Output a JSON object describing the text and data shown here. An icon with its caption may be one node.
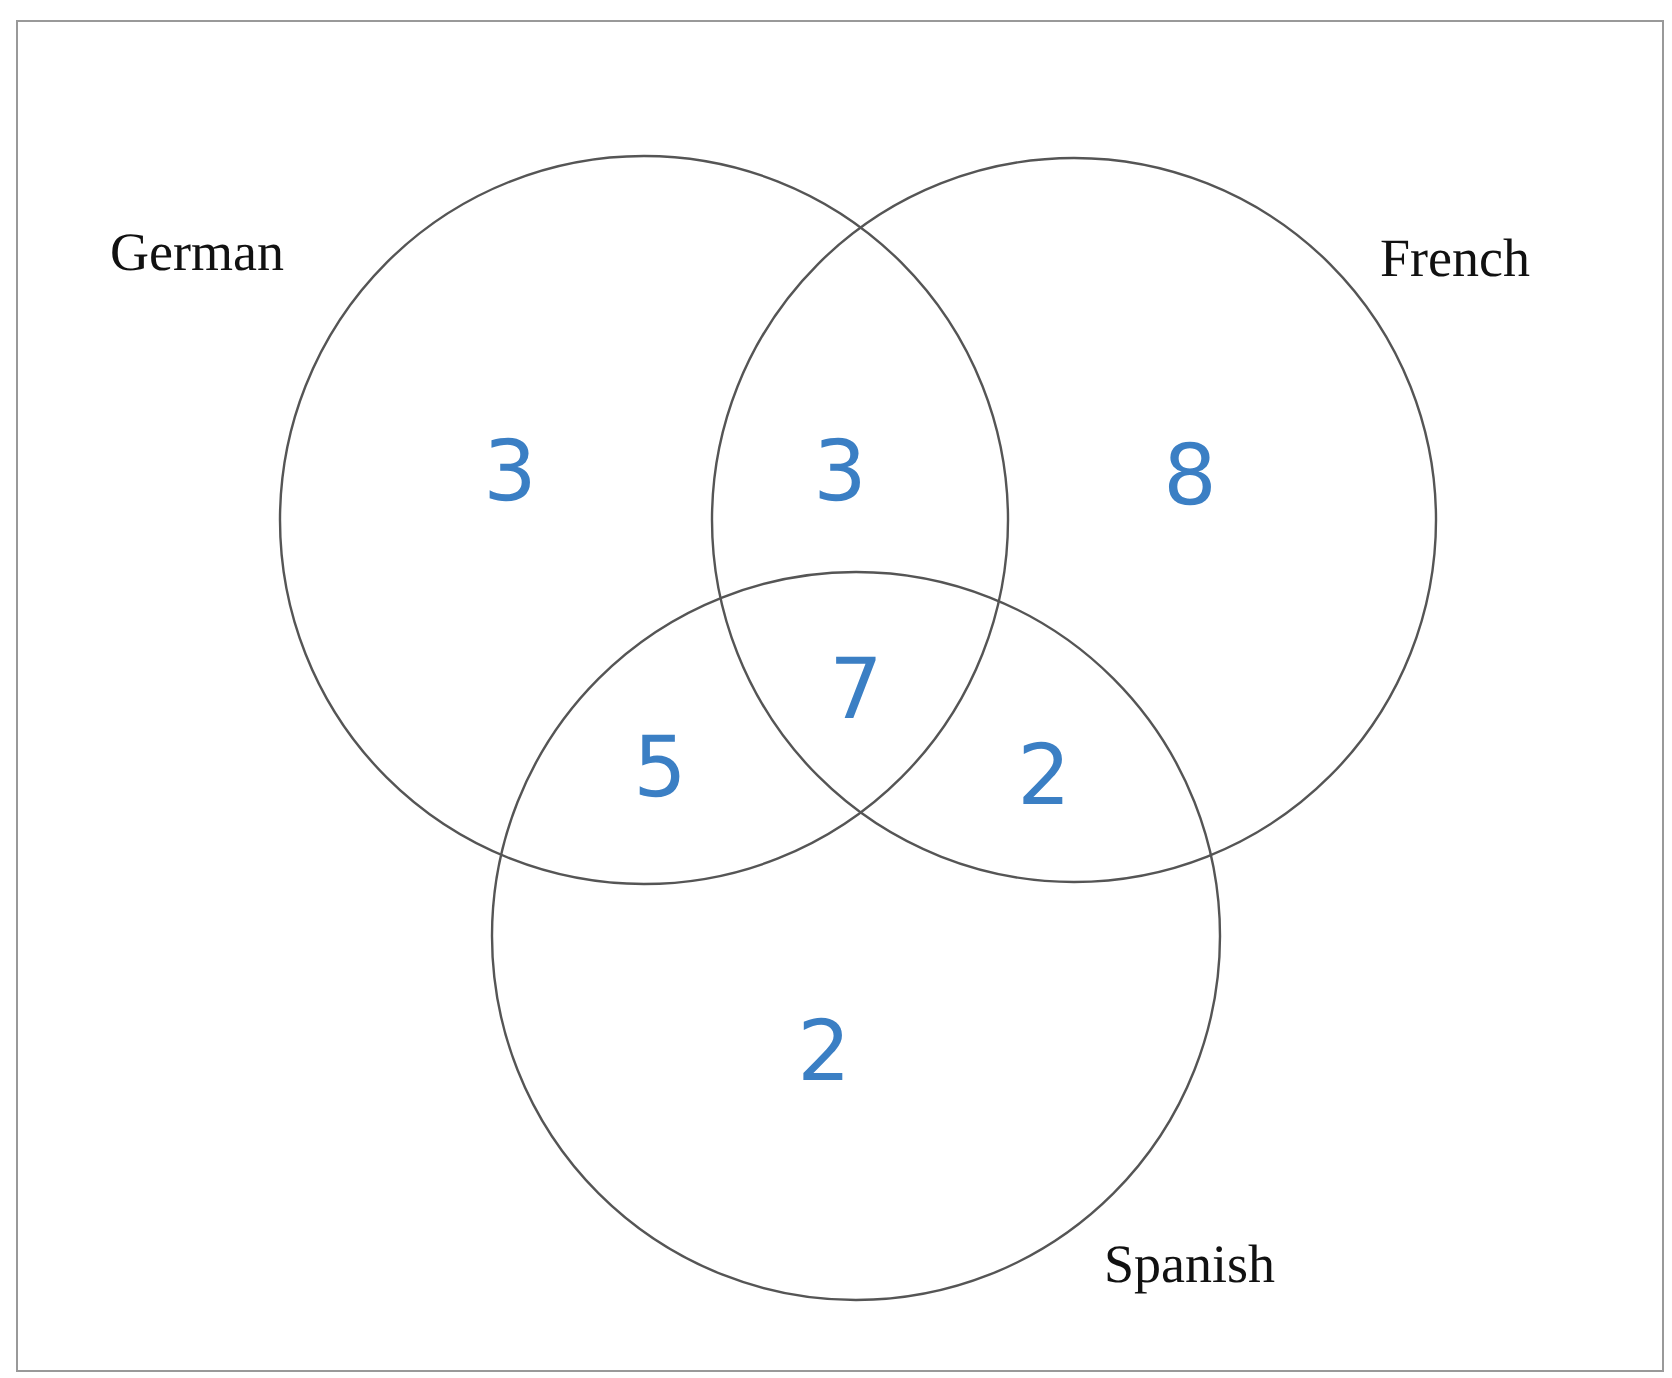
{
  "diagram": {
    "nodes": [
      {
        "text": [
          "German"
        ]
      },
      {
        "text": [
          "French"
        ]
      },
      {
        "text": [
          "Spanish"
        ]
      }
    ],
    "labels": [
      "3",
      "3",
      "8",
      "7",
      "5",
      "2",
      "2"
    ]
  }
}
